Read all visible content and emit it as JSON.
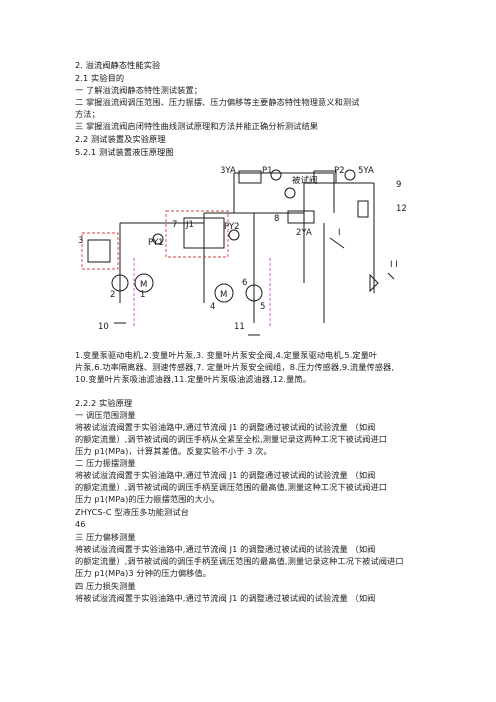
{
  "doc": {
    "title": "2.  溢流阀静态性能实验",
    "s21": "2.1    实验目的",
    "goal1": "一  了解溢流阀静态特性测试装置；",
    "goal2": "二  掌握溢流阀调压范围、压力振摆、压力偏移等主要静态特性物理意义和测试",
    "goal2b": "方法；",
    "goal3": "三  掌握溢流阀启闭特性曲线测试原理和方法并能正确分析测试结果",
    "s22": "2.2    测试装置及实验原理",
    "s221": "5.2.1  测试装置液压原理图",
    "legend1": "1.变量泵驱动电机,2.变量叶片泵,3.  变量叶片泵安全阀,4.定量泵驱动电机,5.定量叶",
    "legend2": "片泵,6.功率隔离器、测速传感器,7.  定量叶片泵安全阀组，8.压力传感器,9.流量传感器,",
    "legend3": "10.变量叶片泵吸油滤油器,11.定量叶片泵吸油滤油器,12.量筒。",
    "s222": "2.2.2  实验原理",
    "p1h": "一    调压范围测量",
    "p1a": "将被试溢流阀置于实验油路中,通过节流阀  J1  的调整通过被试阀的试验流量  （如阀",
    "p1b": "的额定流量）,调节被试阀的调压手柄从全紧至全松,测量记录这两种工况下被试阀进口",
    "p1c": "压力  p1(MPa)，计算其差值。反复实验不小于  3  次。",
    "p2h": "二    压力振摆测量",
    "p2a": "将被试溢流阀置于实验油路中,通过节流阀  J1  的调整通过被试阀的试验流量  （如阀",
    "p2b": "的额定流量）,调节被试阀的调压手柄至调压范围的最高值,测量这种工况下被试阀进口",
    "p2c": "压力  p1(MPa)的压力振摆范围的大小。",
    "footer1": "ZHYCS-C  型液压多功能测试台",
    "footer2": "46",
    "p3h": "三    压力偏移测量",
    "p3a": "将被试溢流阀置于实验油路中,通过节流阀  J1  的调整通过被试阀的试验流量  （如阀",
    "p3b": "的额定流量）,调节被试阀的调压手柄至调压范围的最高值,测量记录这种工况下被试阀进口",
    "p3c": "压力  p1(MPa)3  分钟的压力偏移值。",
    "p4h": "四    压力损失测量",
    "p4a": "将被试溢流阀置于实验油路中,通过节流阀  J1  的调整通过被试阀的试验流量  （如阀"
  },
  "diagram": {
    "labels": {
      "ya3": "3YA",
      "p1": "P1",
      "p2": "P2",
      "ya5": "5YA",
      "tested_valve": "被试阀",
      "py2": "PY2",
      "ya2": "2YA",
      "py1": "PY1",
      "n1": "1",
      "n2": "2",
      "n3": "3",
      "n4": "4",
      "n5": "5",
      "n6": "6",
      "n7": "7",
      "n8": "8",
      "n9": "9",
      "n10": "10",
      "n11": "11",
      "n12": "12",
      "j1": "J1",
      "i_label": "I",
      "ii_label": "I I",
      "m": "M",
      "m2": "M"
    },
    "colors": {
      "line": "#1a1a1a",
      "box_red": "#d04040",
      "dash_magenta": "#d050d0",
      "pipe_blue": "#3355aa"
    }
  }
}
